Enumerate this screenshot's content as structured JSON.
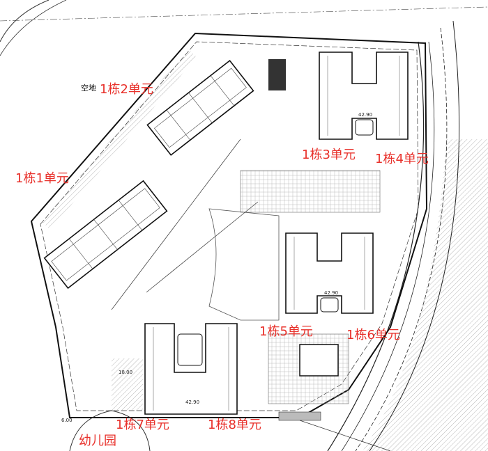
{
  "labels": {
    "vacant_lot": "空地",
    "unit1": "1栋1单元",
    "unit2": "1栋2单元",
    "unit3": "1栋3单元",
    "unit4": "1栋4单元",
    "unit5": "1栋5单元",
    "unit6": "1栋6单元",
    "unit7": "1栋7单元",
    "unit8": "1栋8单元",
    "kindergarten": "幼儿园"
  },
  "dimensions": {
    "courtyard_width": "42.90",
    "setback_a": "18.00",
    "setback_b": "6.00"
  },
  "colors": {
    "label": "#e8302a",
    "line": "#222222"
  }
}
